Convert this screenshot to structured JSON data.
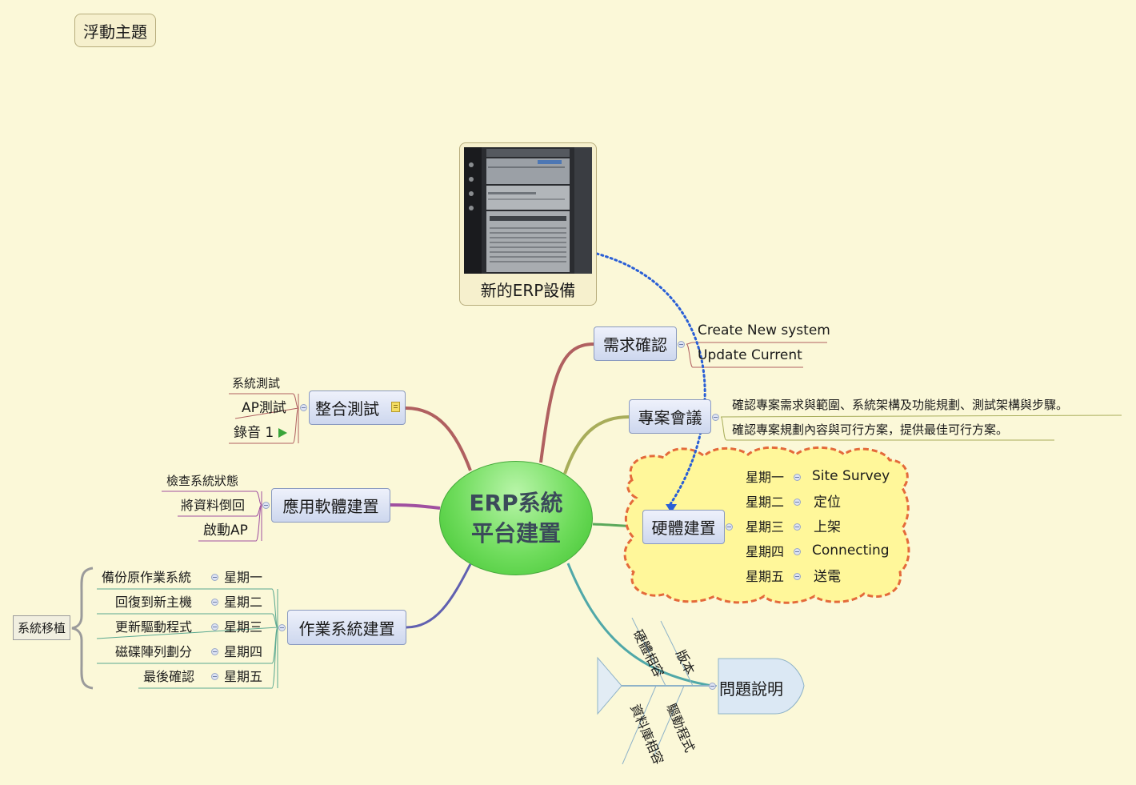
{
  "floating_topic": "浮動主題",
  "central_topic": {
    "line1": "ERP系統",
    "line2": "平台建置"
  },
  "image_topic": {
    "caption": "新的ERP設備"
  },
  "branches": {
    "requirements": {
      "label": "需求確認",
      "children": [
        "Create New system",
        "Update Current"
      ]
    },
    "meeting": {
      "label": "專案會議",
      "children": [
        "確認專案需求與範圍、系統架構及功能規劃、測試架構與步驟。",
        "確認專案規劃內容與可行方案，提供最佳可行方案。"
      ]
    },
    "hardware": {
      "label": "硬體建置",
      "days": [
        "星期一",
        "星期二",
        "星期三",
        "星期四",
        "星期五"
      ],
      "tasks": [
        "Site Survey",
        "定位",
        "上架",
        "Connecting",
        "送電"
      ]
    },
    "integration": {
      "label": "整合測試",
      "children": [
        "系統測試",
        "AP測試",
        "錄音 1"
      ]
    },
    "application": {
      "label": "應用軟體建置",
      "children": [
        "檢查系統狀態",
        "將資料倒回",
        "啟動AP"
      ]
    },
    "os": {
      "label": "作業系統建置",
      "days": [
        "星期一",
        "星期二",
        "星期三",
        "星期四",
        "星期五"
      ],
      "tasks": [
        "備份原作業系統",
        "回復到新主機",
        "更新驅動程式",
        "磁碟陣列劃分",
        "最後確認"
      ],
      "boundary_label": "系統移植"
    },
    "problem": {
      "label": "問題說明",
      "causes": [
        "硬體相容",
        "版本",
        "資料庫相容",
        "驅動程式"
      ]
    }
  },
  "colors": {
    "background": "#fbf8d8",
    "central": "#55cf43",
    "relationship": "#2a5fd6",
    "cloud_fill": "#fff79a",
    "cloud_border": "#e46a3a"
  }
}
